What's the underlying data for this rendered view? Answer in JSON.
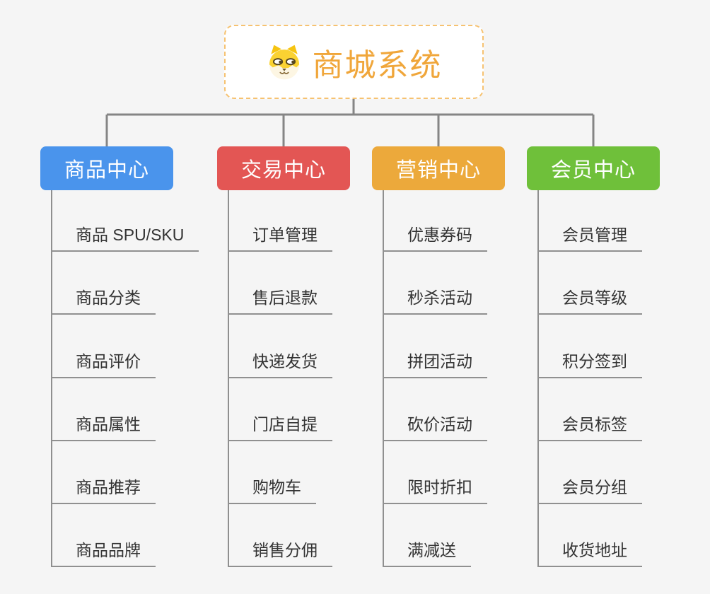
{
  "page": {
    "background_color": "#f5f5f5",
    "connector_color": "#858585"
  },
  "root": {
    "title": "商城系统",
    "icon": "dog-face-icon",
    "text_color": "#f0a63a",
    "border_color": "#f6c271",
    "background": "#ffffff"
  },
  "branches": [
    {
      "label": "商品中心",
      "color": "#4a94ec",
      "items": [
        "商品 SPU/SKU",
        "商品分类",
        "商品评价",
        "商品属性",
        "商品推荐",
        "商品品牌"
      ]
    },
    {
      "label": "交易中心",
      "color": "#e35654",
      "items": [
        "订单管理",
        "售后退款",
        "快递发货",
        "门店自提",
        "购物车",
        "销售分佣"
      ]
    },
    {
      "label": "营销中心",
      "color": "#eca93b",
      "items": [
        "优惠券码",
        "秒杀活动",
        "拼团活动",
        "砍价活动",
        "限时折扣",
        "满减送"
      ]
    },
    {
      "label": "会员中心",
      "color": "#6fc03a",
      "items": [
        "会员管理",
        "会员等级",
        "积分签到",
        "会员标签",
        "会员分组",
        "收货地址"
      ]
    }
  ]
}
